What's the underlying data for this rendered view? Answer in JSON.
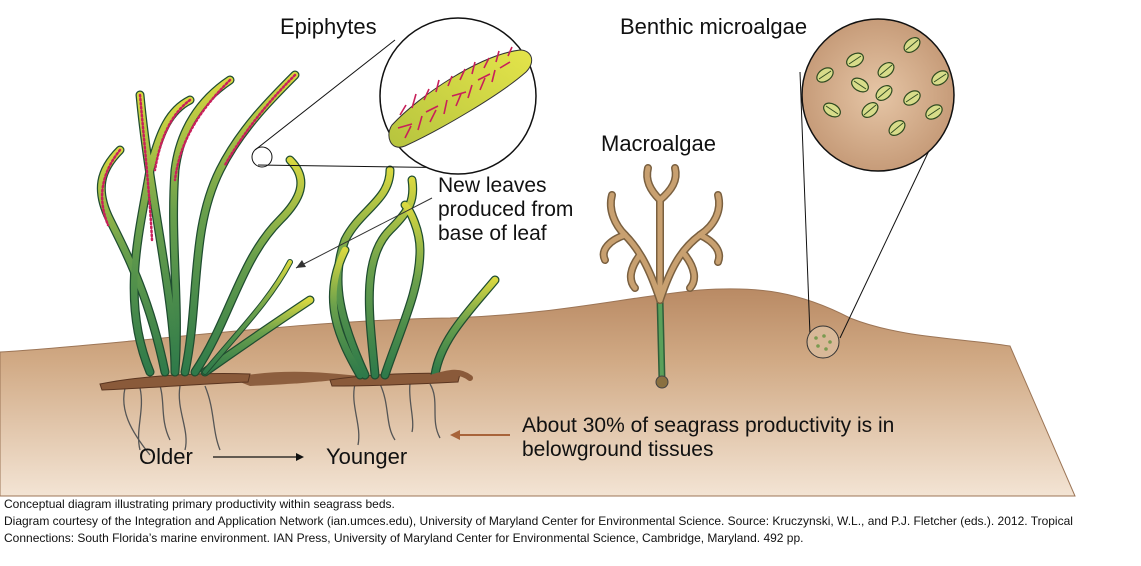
{
  "labels": {
    "epiphytes": "Epiphytes",
    "benthic_microalgae": "Benthic microalgae",
    "macroalgae": "Macroalgae",
    "new_leaves": "New leaves produced from base of leaf",
    "belowground": "About 30% of seagrass productivity is in belowground tissues",
    "older": "Older",
    "younger": "Younger"
  },
  "caption": {
    "title": "Conceptual diagram illustrating primary productivity within seagrass beds.",
    "credit": "Diagram courtesy of the Integration and Application Network (ian.umces.edu), University of Maryland Center for Environmental Science. Source: Kruczynski, W.L., and P.J. Fletcher (eds.). 2012.  Tropical Connections: South Florida’s marine environment. IAN Press, University of Maryland Center for Environmental Science, Cambridge, Maryland. 492 pp."
  },
  "colors": {
    "sediment": "#c9a07c",
    "sediment_dark": "#a97a58",
    "leaf_green": "#3f8a4e",
    "leaf_yellow": "#d8d840",
    "epiphyte_red": "#c8205a",
    "arrow_brown": "#a8643a",
    "zoom_fill": "#c9a07c"
  }
}
